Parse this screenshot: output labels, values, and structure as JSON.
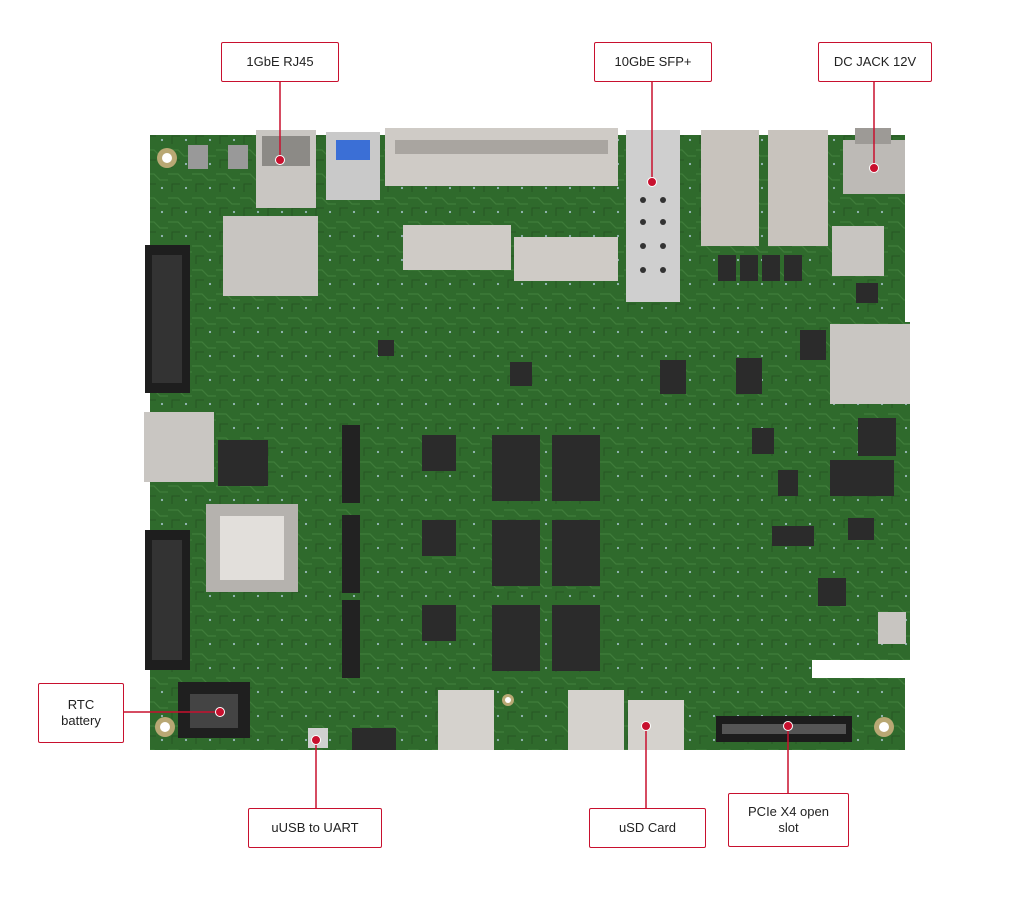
{
  "colors": {
    "accent": "#c8102e",
    "pcb": "#2f6a2c",
    "pcb_dark": "#1f4a1d",
    "metal": "#b9b9b9",
    "chip": "#2b2b2b"
  },
  "labels": {
    "rj45": "1GbE RJ45",
    "sfp": "10GbE SFP+",
    "dcjack": "DC JACK 12V",
    "rtc": "RTC\nbattery",
    "uart": "uUSB to UART",
    "usd": "uSD Card",
    "pcie": "PCIe X4 open\nslot"
  }
}
